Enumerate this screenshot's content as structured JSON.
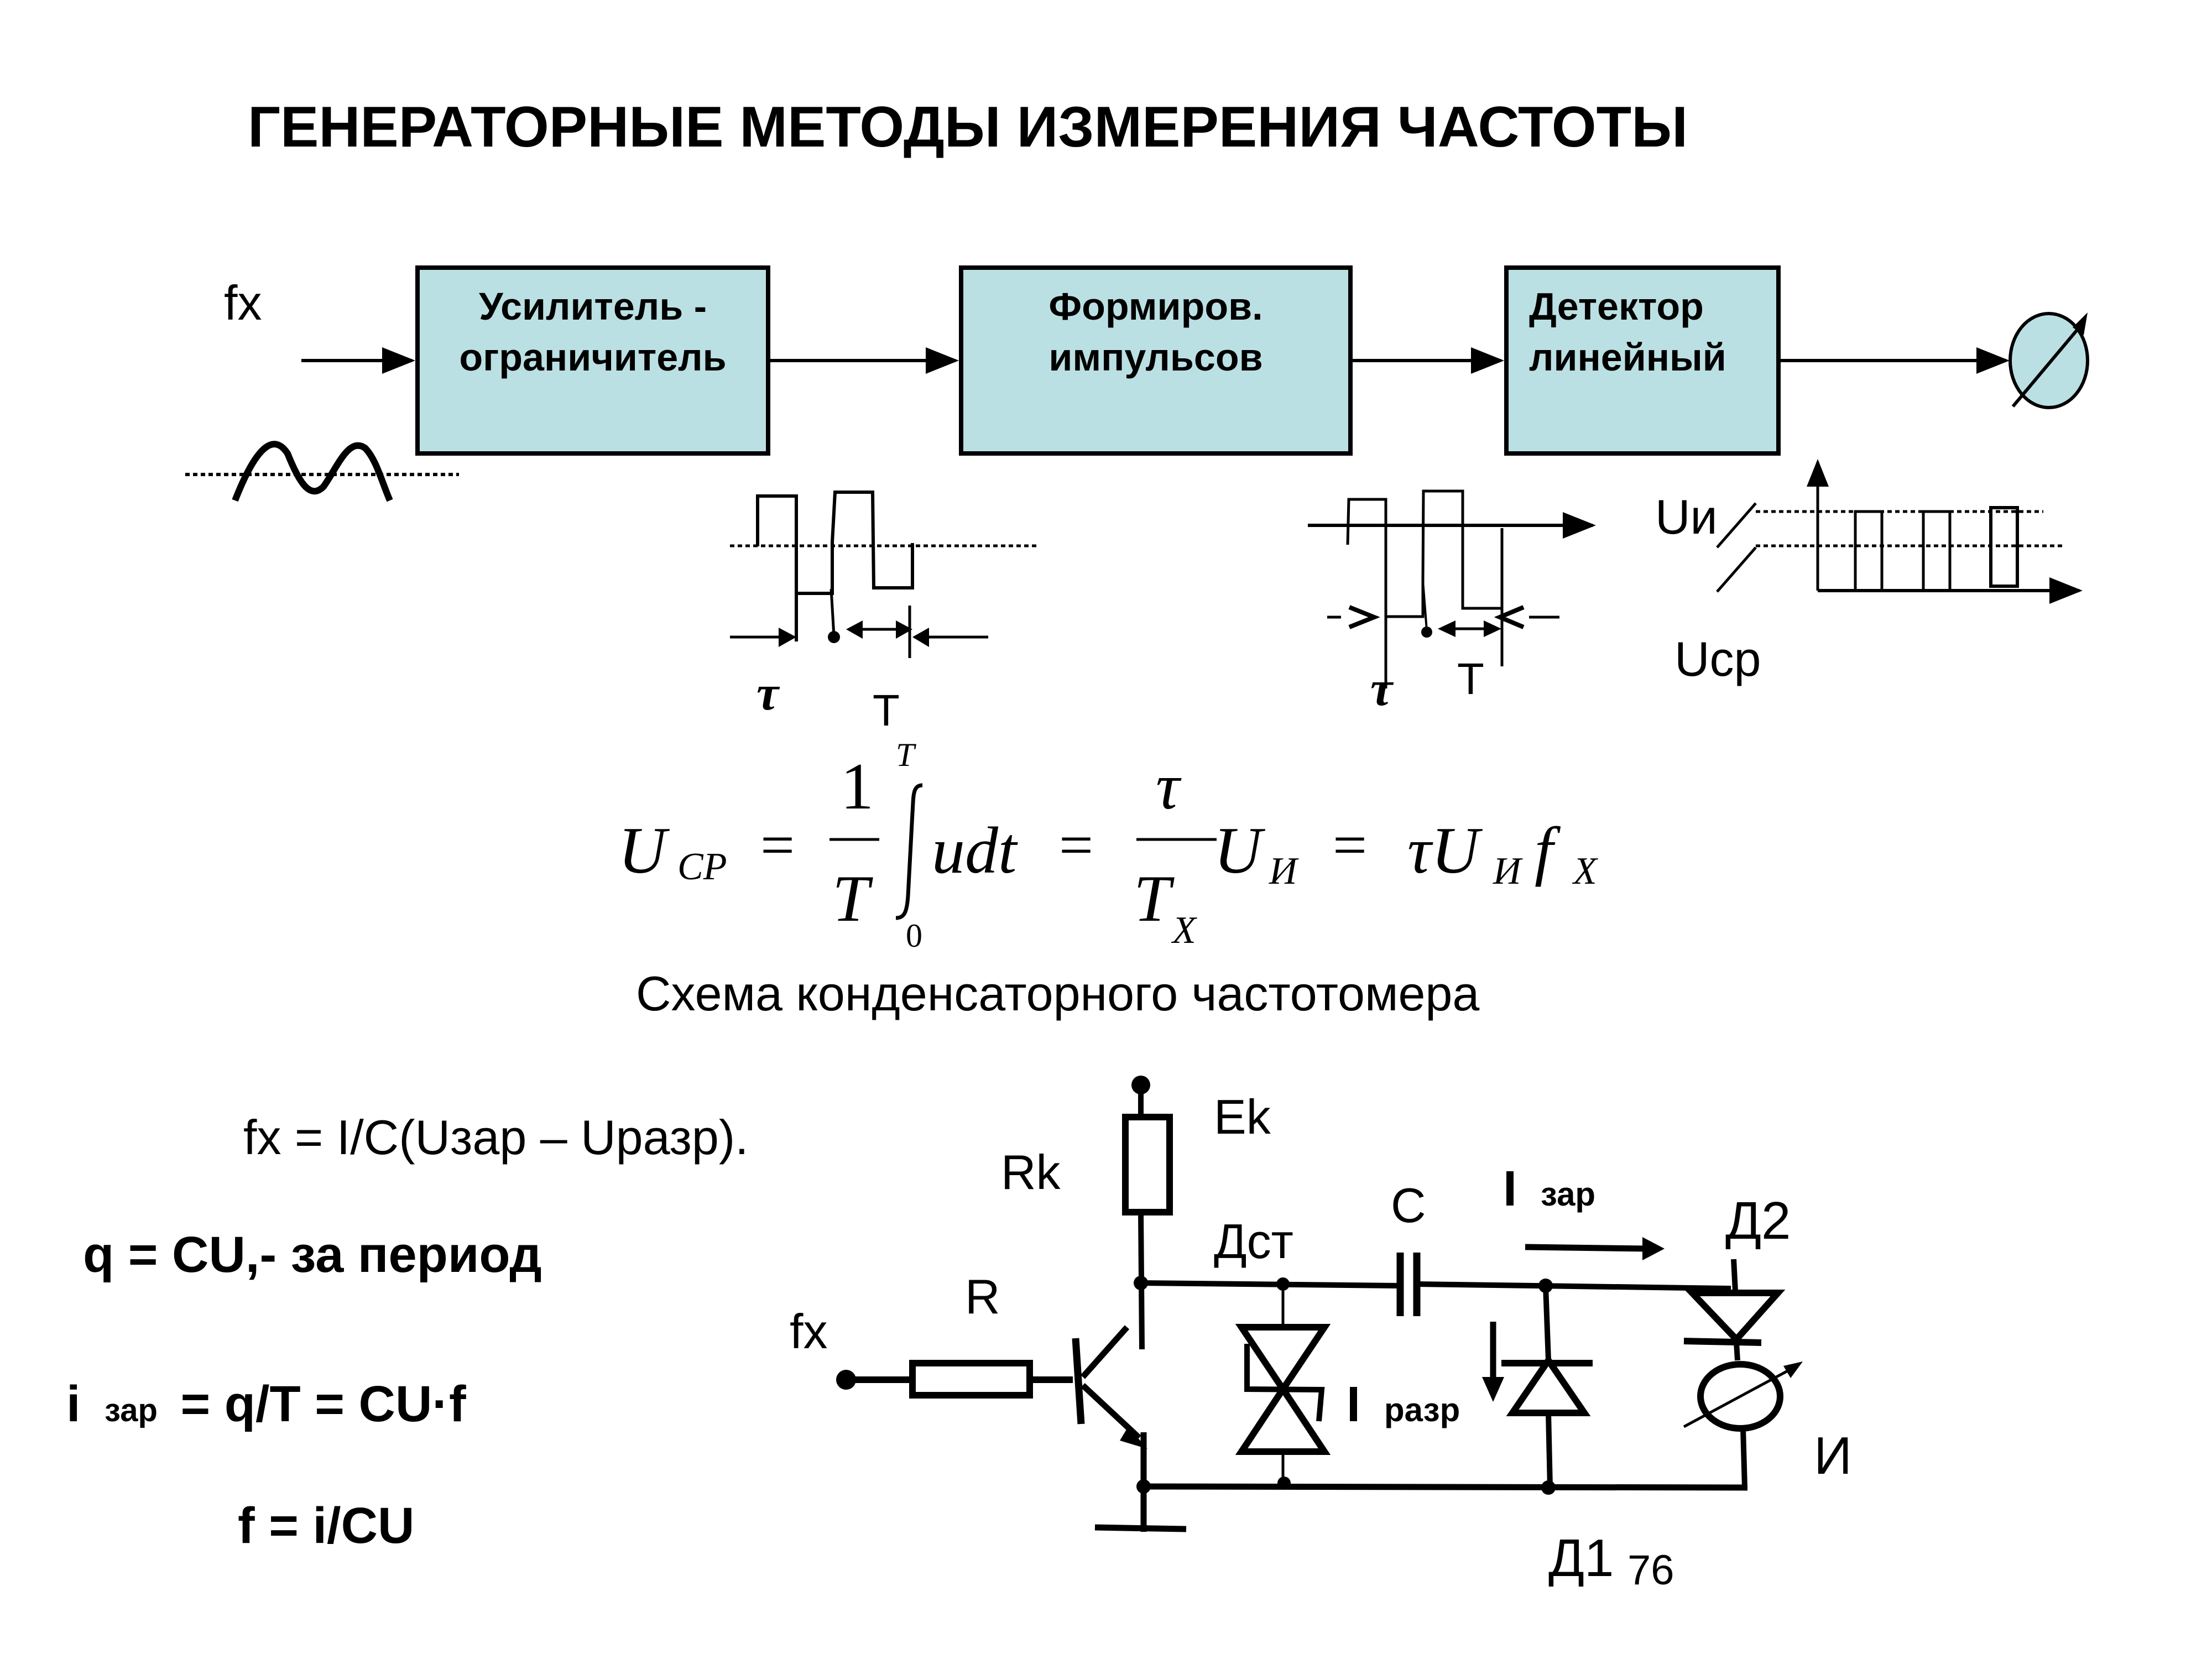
{
  "slide": {
    "title": "ГЕНЕРАТОРНЫЕ МЕТОДЫ ИЗМЕРЕНИЯ ЧАСТОТЫ",
    "page_number": "76",
    "colors": {
      "block_fill": "#BBE0E3",
      "stroke": "#000000",
      "background": "#FFFFFF"
    }
  },
  "block_diagram": {
    "input_label": "fx",
    "blocks": [
      {
        "line1": "Усилитель -",
        "line2": "ограничитель"
      },
      {
        "line1": "Формиров.",
        "line2": "импульсов"
      },
      {
        "line1": "Детектор",
        "line2": "линейный"
      }
    ],
    "output_device": "meter-icon"
  },
  "waveforms": {
    "shaper": {
      "tau": "τ",
      "period": "T"
    },
    "detector": {
      "tau": "τ",
      "period": "T"
    },
    "output": {
      "u_pulse": "Uи",
      "u_avg": "Uср"
    }
  },
  "formula": {
    "lhs": "U",
    "lhs_sub": "CP",
    "eq": "=",
    "frac1_num": "1",
    "frac1_den": "T",
    "int_upper": "T",
    "int_lower": "0",
    "integrand": "udt",
    "frac2_num": "τ",
    "frac2_den": "T",
    "frac2_den_sub": "X",
    "u": "U",
    "u_sub": "И",
    "tail": "τU",
    "tail_sub": "И",
    "f": "f",
    "f_sub": "X"
  },
  "section_title": "Схема конденсаторного частотомера",
  "equations": {
    "eq1": "fx = I/C(Uзар – Uразр).",
    "eq2": "q = CU,- за период",
    "eq3_i": "i",
    "eq3_sub": "зар",
    "eq3_rest": "= q/T = CU·f",
    "eq4": "f = i/CU"
  },
  "circuit": {
    "labels": {
      "ek": "Ek",
      "rk": "Rk",
      "r": "R",
      "fx": "fx",
      "dst": "Дст",
      "c": "C",
      "i_zar": "I",
      "i_zar_sub": "зар",
      "i_razr": "I",
      "i_razr_sub": "разр",
      "d1": "Д1",
      "d2": "Д2",
      "meter": "И"
    }
  }
}
